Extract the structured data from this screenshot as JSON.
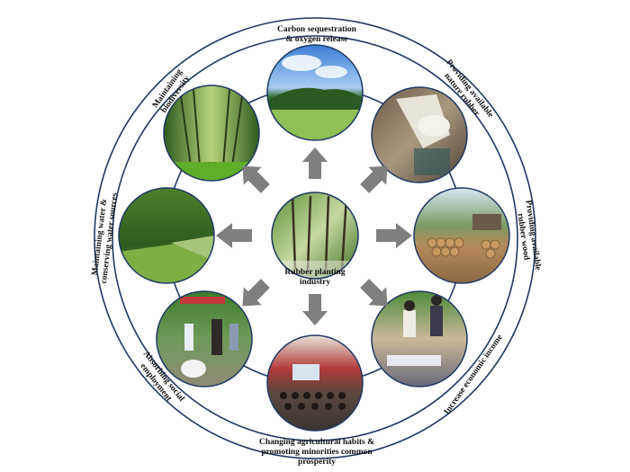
{
  "center": {
    "line1": "Rubber planting",
    "line2": "industry"
  },
  "benefits": {
    "carbon": {
      "line1": "Carbon sequestration",
      "line2": "& oxygen release"
    },
    "rubber": {
      "line1": "Providing available",
      "line2": "nature rubber"
    },
    "wood": {
      "line1": "Providing available",
      "line2": "rubber wood"
    },
    "income": {
      "line1": "Increase economic income"
    },
    "habits": {
      "line1": "Changing agricultural habits &",
      "line2": "promoting minorities common",
      "line3": "prosperity"
    },
    "employment": {
      "line1": "Absorbing social",
      "line2": "employment"
    },
    "water": {
      "line1": "Maintaining water &",
      "line2": "conserving water sources"
    },
    "biodiversity": {
      "line1": "Maintaining",
      "line2": "biodiversity"
    }
  },
  "colors": {
    "ring_stroke": "#1f3864",
    "photo_border": "#1f3864",
    "arrow_fill": "#7f7f7f"
  }
}
